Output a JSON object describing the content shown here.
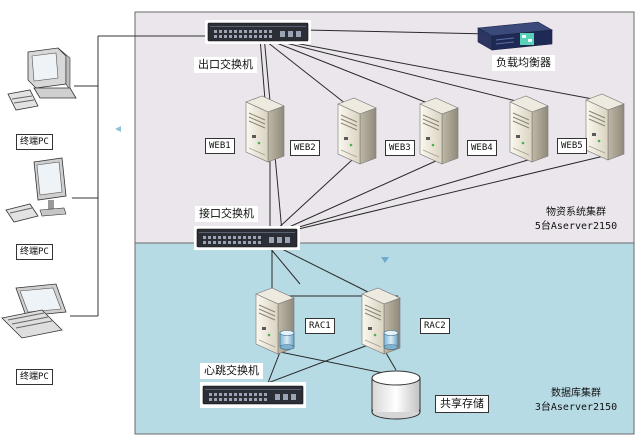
{
  "terminals": [
    {
      "label": "终端PC",
      "kind": "desktop-crt"
    },
    {
      "label": "终端PC",
      "kind": "desktop-lcd"
    },
    {
      "label": "终端PC",
      "kind": "laptop"
    }
  ],
  "switches": {
    "exit": "出口交换机",
    "interface": "接口交换机",
    "heartbeat": "心跳交换机"
  },
  "load_balancer": "负载均衡器",
  "web_servers": [
    "WEB1",
    "WEB2",
    "WEB3",
    "WEB4",
    "WEB5"
  ],
  "rac_nodes": [
    "RAC1",
    "RAC2"
  ],
  "shared_storage": "共享存储",
  "clusters": {
    "app": {
      "name": "物资系统集群",
      "detail": "5台Aserver2150",
      "color": "#ebe6ec"
    },
    "db": {
      "name": "数据库集群",
      "detail": "3台Aserver2150",
      "color": "#b7dbe5"
    }
  },
  "colors": {
    "accent": "#4a9fbe",
    "line": "#2a2a2a",
    "border": "#6a6a6a"
  }
}
